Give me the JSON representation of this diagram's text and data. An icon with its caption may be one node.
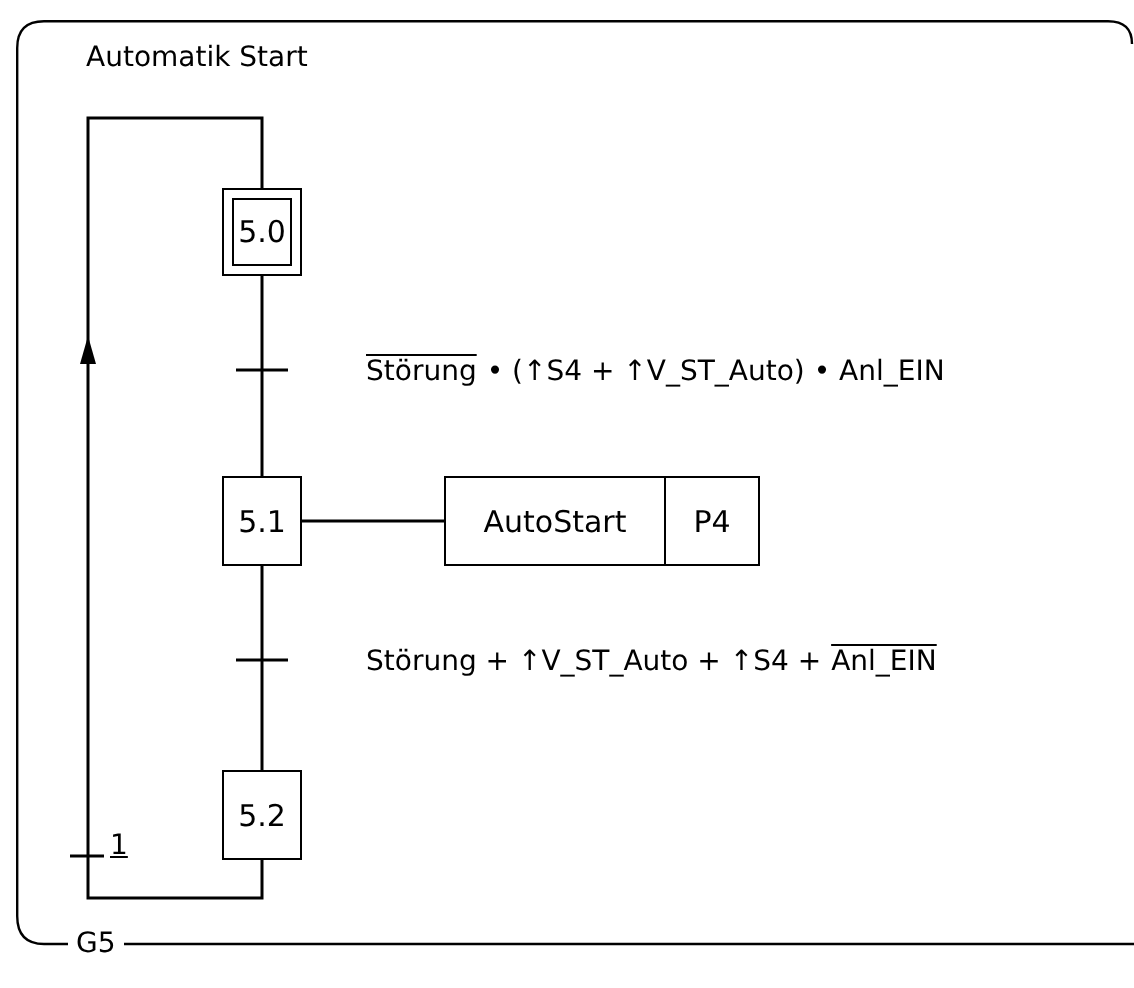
{
  "diagram": {
    "nodes": [
      {
        "text": [
          "Automatik Start",
          "G5"
        ]
      },
      {
        "text": [
          "5.0"
        ],
        "in": 0
      },
      {
        "text": [
          "5.1"
        ],
        "in": 0
      },
      {
        "text": [
          "AutoStart",
          "P4"
        ],
        "in": 0
      },
      {
        "text": [
          "5.2"
        ],
        "in": 0
      }
    ],
    "edges": [
      {
        "from": 1,
        "to": 2,
        "arrow": "none"
      },
      {
        "from": 2,
        "to": 3,
        "arrow": "none"
      },
      {
        "from": 2,
        "to": 4,
        "arrow": "none"
      },
      {
        "from": 4,
        "to": 1,
        "arrow": "to"
      }
    ],
    "labels": [
      "Störung",
      "• (↑S4 + ↑V_ST_Auto) • Anl_EIN",
      "Störung + ↑V_ST_Auto + ↑S4 +",
      "Anl_EIN",
      "1"
    ]
  }
}
